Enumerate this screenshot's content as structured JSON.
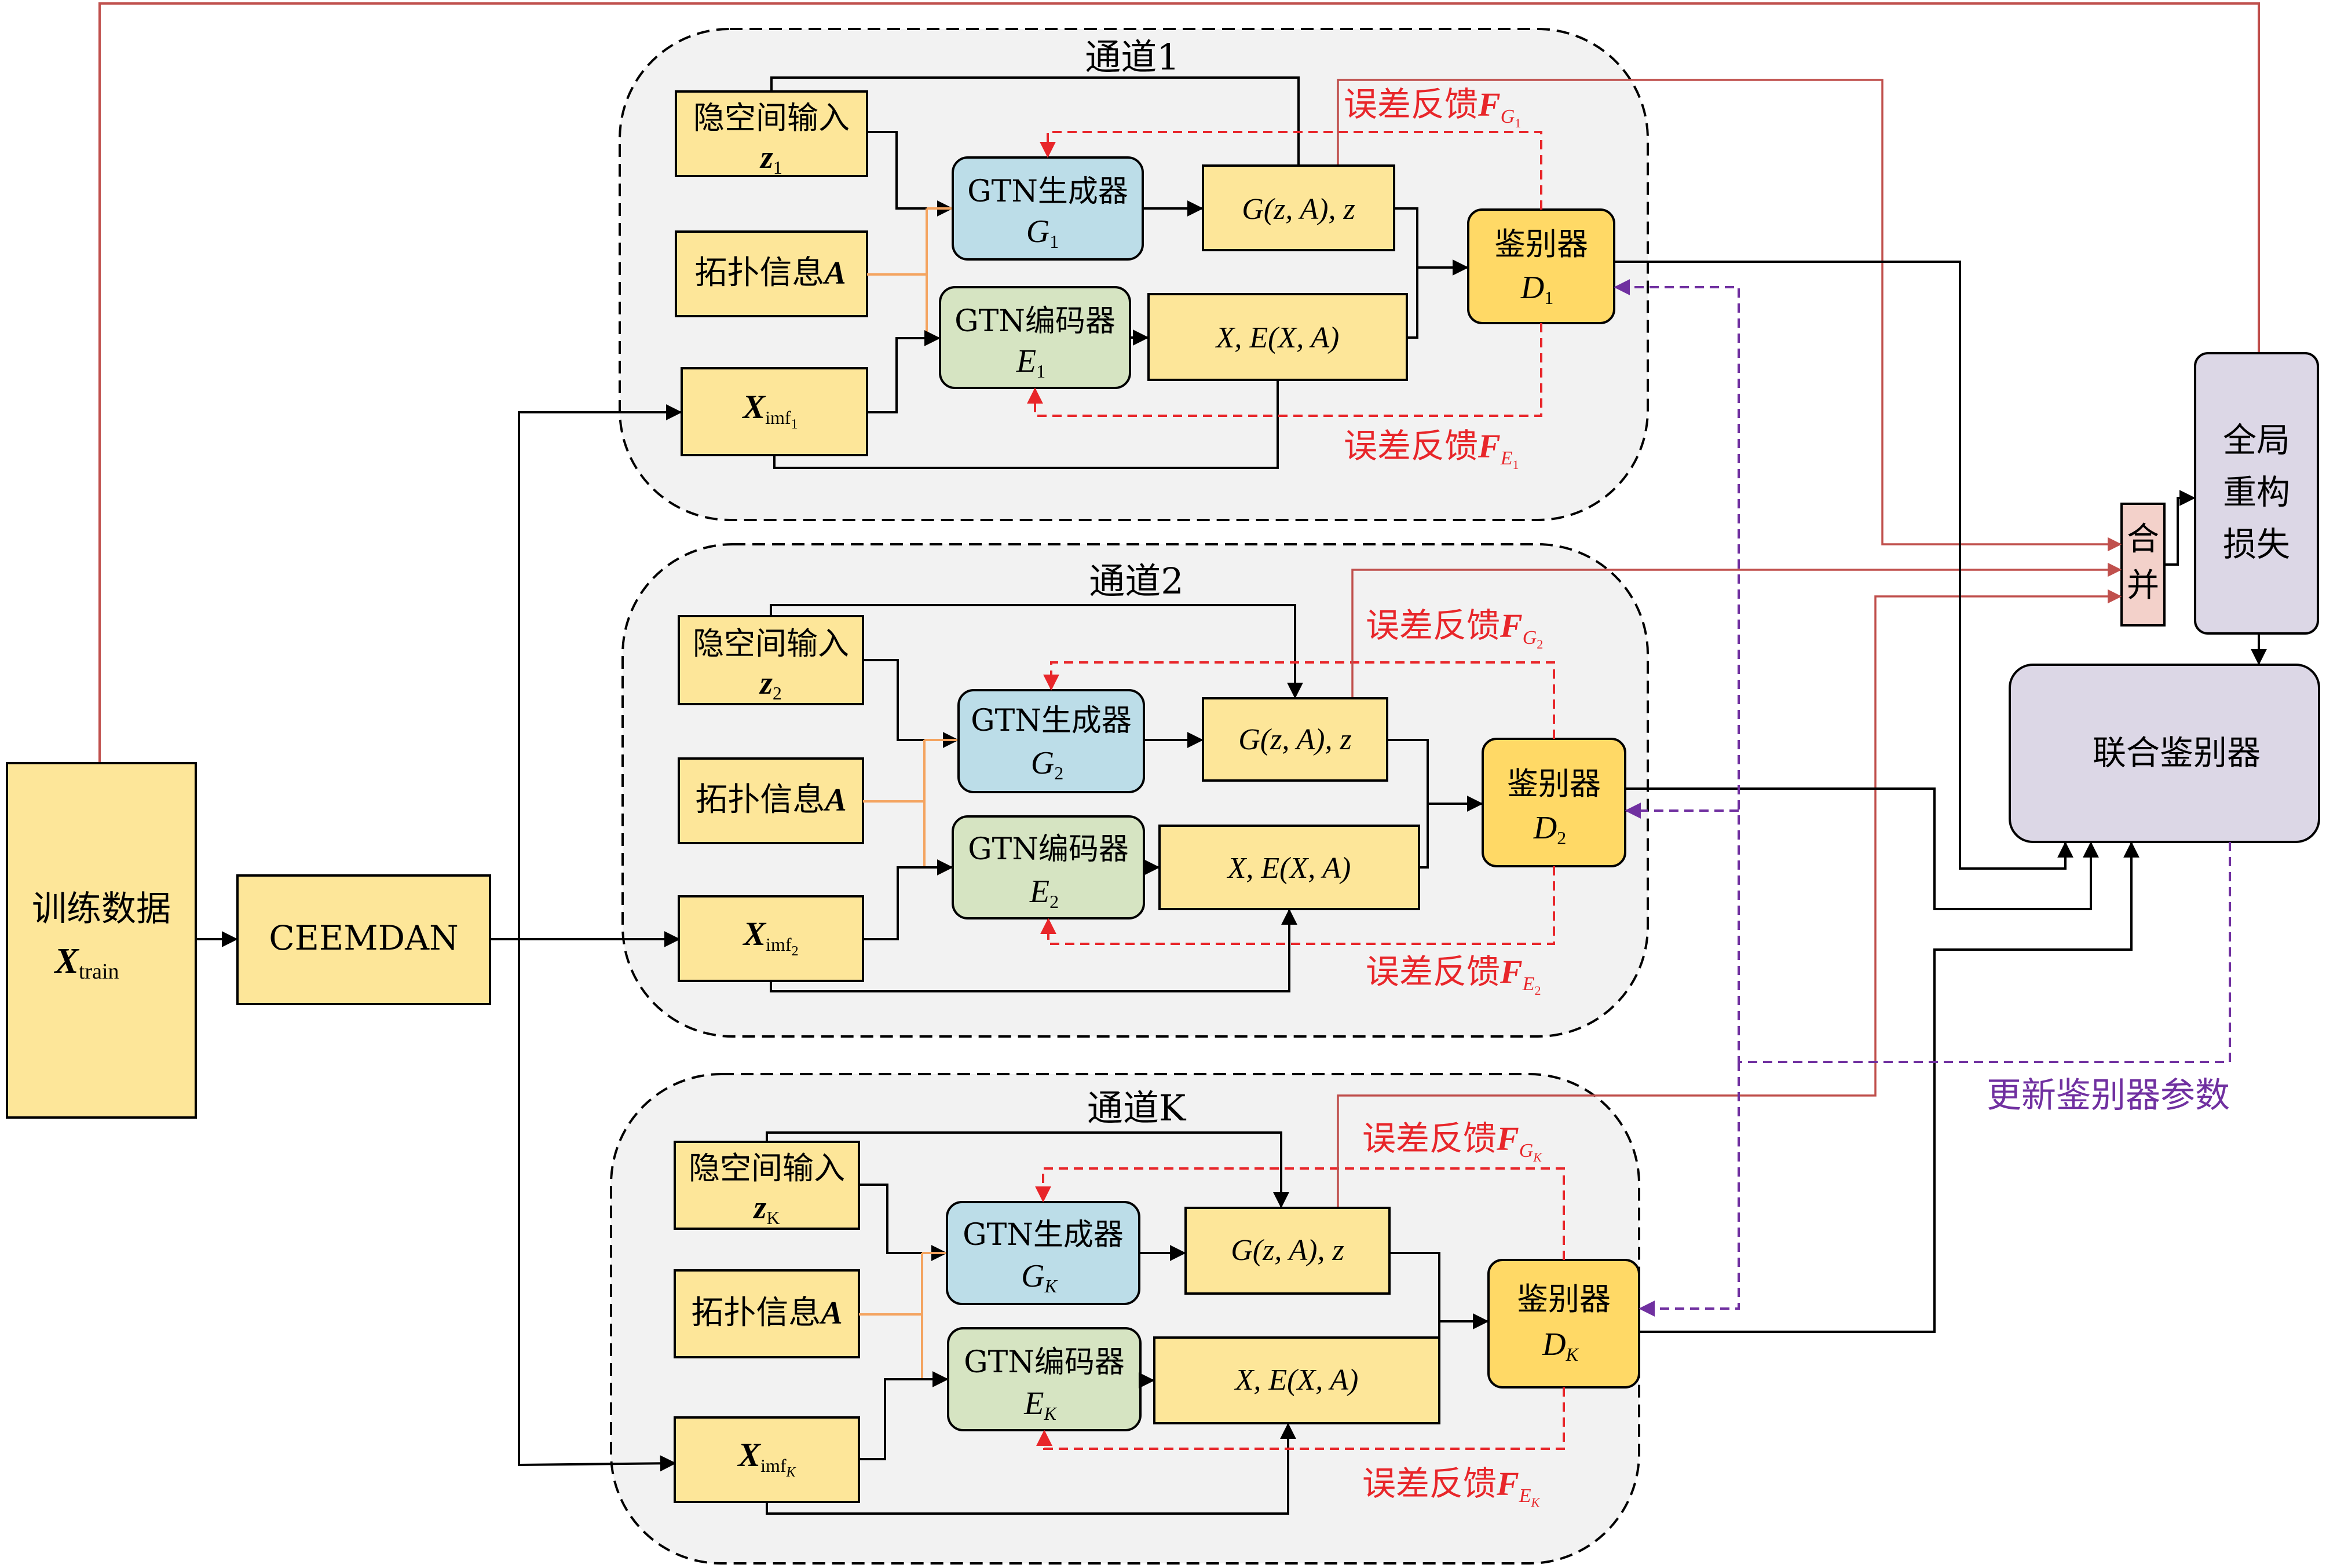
{
  "colors": {
    "yellow": "#fde699",
    "blue": "#bcdde8",
    "green": "#d6e4c2",
    "gold": "#ffd966",
    "lavender": "#dcd7e6",
    "pink": "#f3d1ca",
    "red_dashed": "#e8262a",
    "purple_dashed": "#7030a0",
    "brown_line": "#c0504d",
    "orange_line": "#f4a460"
  },
  "input": {
    "line1": "训练数据",
    "X": "X",
    "sub": "train"
  },
  "ceemdan": "CEEMDAN",
  "channels": [
    {
      "title": "通道1",
      "latent_line1": "隐空间输入",
      "z": "z",
      "k": "1",
      "topo": "拓扑信息",
      "A": "A",
      "generator_line1": "GTN生成器",
      "G": "G",
      "encoder_line1": "GTN编码器",
      "E": "E",
      "ximf_X": "X",
      "ximf_sub": "imf",
      "gen_out": "G(z, A), z",
      "enc_out": "X, E(X, A)",
      "disc_line1": "鉴别器",
      "D": "D",
      "fb_g": "误差反馈",
      "fb_e": "误差反馈",
      "F": "F"
    },
    {
      "title": "通道2",
      "latent_line1": "隐空间输入",
      "z": "z",
      "k": "2",
      "topo": "拓扑信息",
      "A": "A",
      "generator_line1": "GTN生成器",
      "G": "G",
      "encoder_line1": "GTN编码器",
      "E": "E",
      "ximf_X": "X",
      "ximf_sub": "imf",
      "gen_out": "G(z, A), z",
      "enc_out": "X, E(X, A)",
      "disc_line1": "鉴别器",
      "D": "D",
      "fb_g": "误差反馈",
      "fb_e": "误差反馈",
      "F": "F"
    },
    {
      "title": "通道K",
      "latent_line1": "隐空间输入",
      "z": "z",
      "k": "K",
      "topo": "拓扑信息",
      "A": "A",
      "generator_line1": "GTN生成器",
      "G": "G",
      "encoder_line1": "GTN编码器",
      "E": "E",
      "ximf_X": "X",
      "ximf_sub": "imf",
      "gen_out": "G(z, A), z",
      "enc_out": "X, E(X, A)",
      "disc_line1": "鉴别器",
      "D": "D",
      "fb_g": "误差反馈",
      "fb_e": "误差反馈",
      "F": "F"
    }
  ],
  "merge": [
    "合",
    "并"
  ],
  "global_loss": [
    "全局",
    "重构",
    "损失"
  ],
  "joint_disc": "联合鉴别器",
  "update_label": "更新鉴别器参数"
}
